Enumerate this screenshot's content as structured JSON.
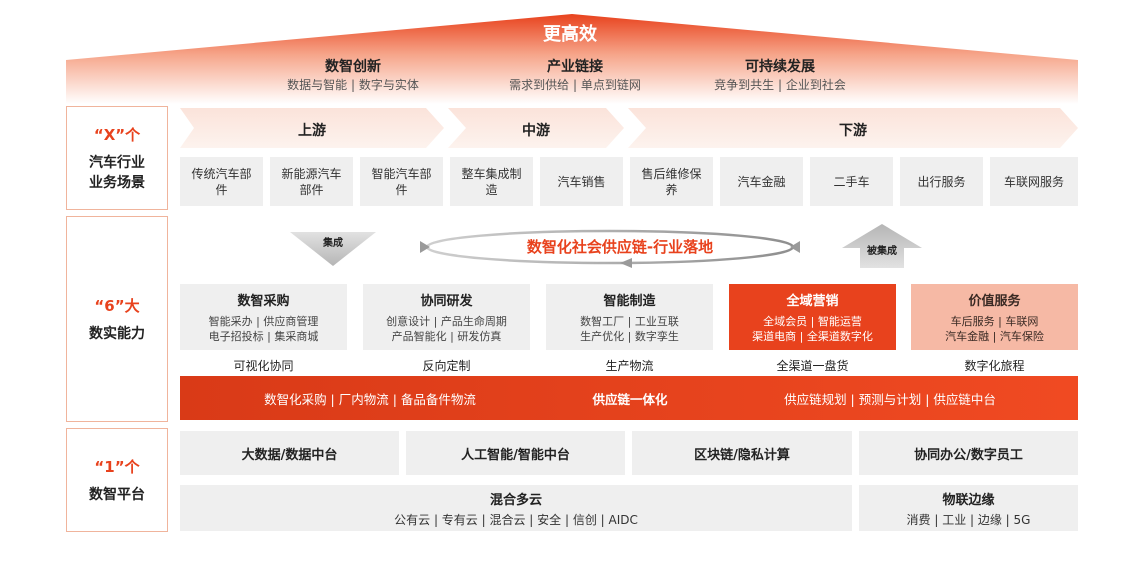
{
  "roof": {
    "title": "更高效",
    "themes": [
      {
        "title": "数智创新",
        "desc": "数据与智能 | 数字与实体"
      },
      {
        "title": "产业链接",
        "desc": "需求到供给 | 单点到链网"
      },
      {
        "title": "可持续发展",
        "desc": "竞争到共生 | 企业到社会"
      }
    ]
  },
  "labels": {
    "x": {
      "big": "“X”个",
      "line1": "汽车行业",
      "line2": "业务场景"
    },
    "six": {
      "big": "“6”大",
      "line1": "数实能力"
    },
    "one": {
      "big": "“1”个",
      "line1": "数智平台"
    }
  },
  "stream": [
    "上游",
    "中游",
    "下游"
  ],
  "scenarios": [
    "传统汽车部件",
    "新能源汽车部件",
    "智能汽车部件",
    "整车集成制造",
    "汽车销售",
    "售后维修保养",
    "汽车金融",
    "二手车",
    "出行服务",
    "车联网服务"
  ],
  "flow": {
    "integrate": "集成",
    "integrated": "被集成",
    "loop": "数智化社会供应链-行业落地"
  },
  "capabilities": [
    {
      "title": "数智采购",
      "line1": "智能采办 | 供应商管理",
      "line2": "电子招投标 | 集采商城",
      "sub": "可视化协同"
    },
    {
      "title": "协同研发",
      "line1": "创意设计 | 产品生命周期",
      "line2": "产品智能化 | 研发仿真",
      "sub": "反向定制"
    },
    {
      "title": "智能制造",
      "line1": "数智工厂 | 工业互联",
      "line2": "生产优化 | 数字孪生",
      "sub": "生产物流"
    },
    {
      "title": "全域营销",
      "line1": "全域会员 | 智能运营",
      "line2": "渠道电商 | 全渠道数字化",
      "sub": "全渠道一盘货"
    },
    {
      "title": "价值服务",
      "line1": "车后服务 | 车联网",
      "line2": "汽车金融 | 汽车保险",
      "sub": "数字化旅程"
    }
  ],
  "bar": {
    "left": "数智化采购 | 厂内物流 | 备品备件物流",
    "center": "供应链一体化",
    "right": "供应链规划 | 预测与计划 | 供应链中台"
  },
  "platform": {
    "row1": [
      "大数据/数据中台",
      "人工智能/智能中台",
      "区块链/隐私计算",
      "协同办公/数字员工"
    ],
    "cloud": {
      "title": "混合多云",
      "desc": "公有云 | 专有云 | 混合云 | 安全 | 信创 | AIDC"
    },
    "edge": {
      "title": "物联边缘",
      "desc": "消费 | 工业 | 边缘 | 5G"
    }
  },
  "colors": {
    "accent": "#e8421d",
    "warm": "#f6b9a5",
    "cell": "#efefef"
  }
}
